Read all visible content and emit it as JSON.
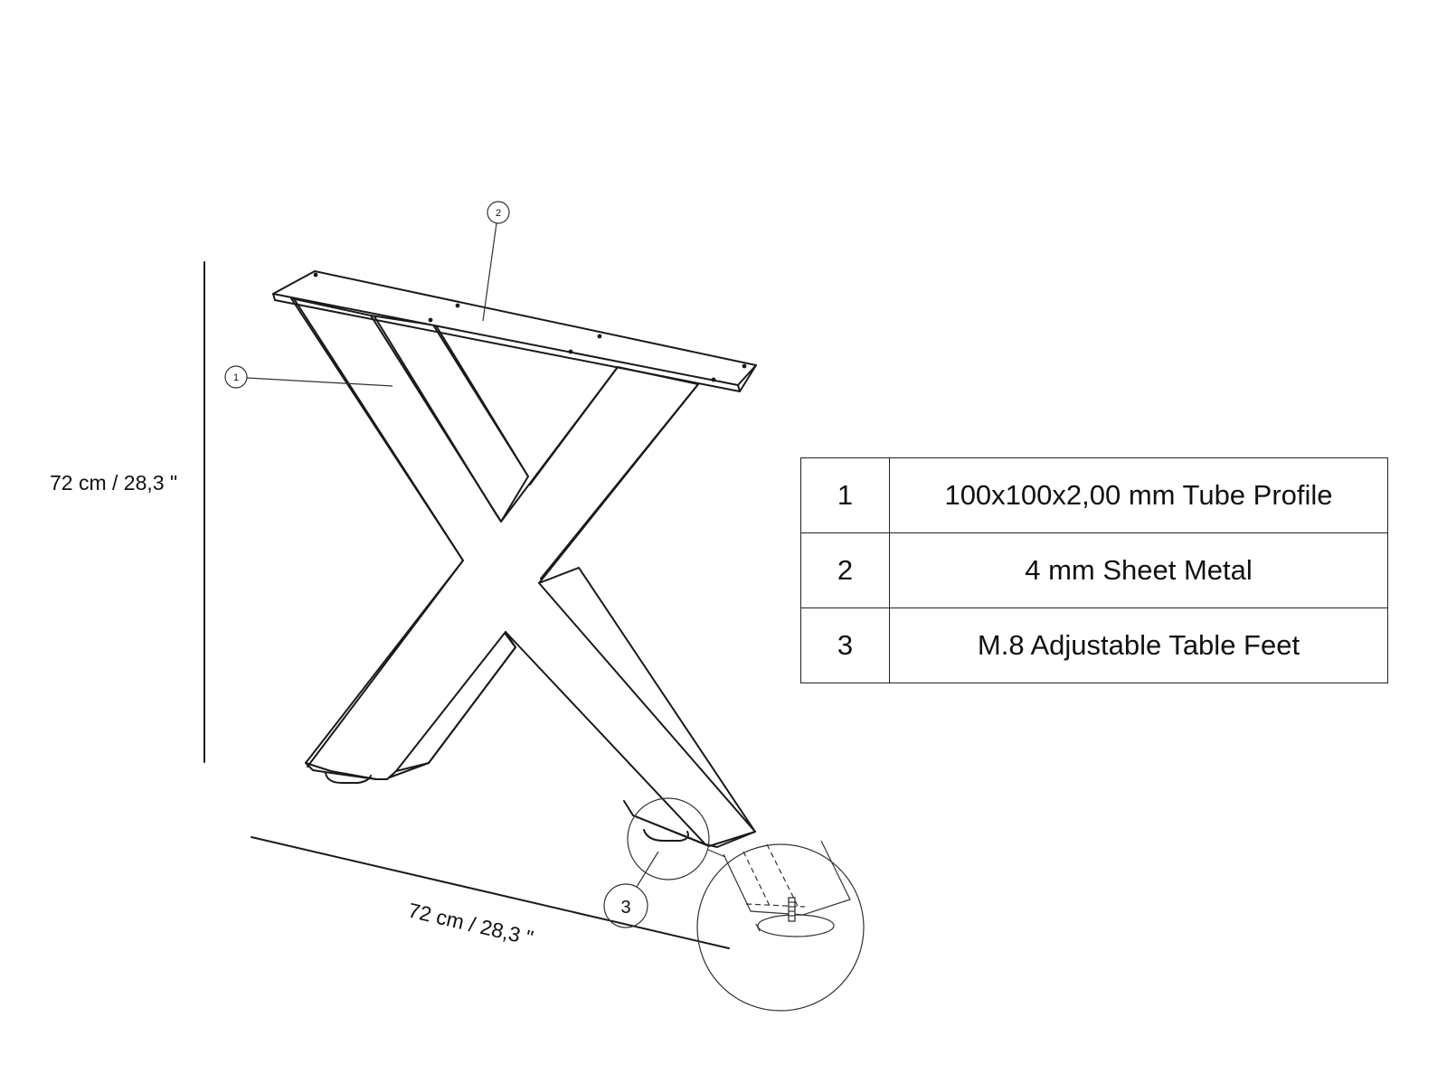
{
  "drawing": {
    "height_dimension": "72 cm / 28,3 \"",
    "width_dimension": "72 cm / 28,3 \"",
    "balloons": [
      "1",
      "2",
      "3"
    ]
  },
  "parts_table": {
    "rows": [
      {
        "number": "1",
        "description": "100x100x2,00 mm Tube Profile"
      },
      {
        "number": "2",
        "description": "4 mm Sheet Metal"
      },
      {
        "number": "3",
        "description": "M.8 Adjustable Table Feet"
      }
    ]
  }
}
